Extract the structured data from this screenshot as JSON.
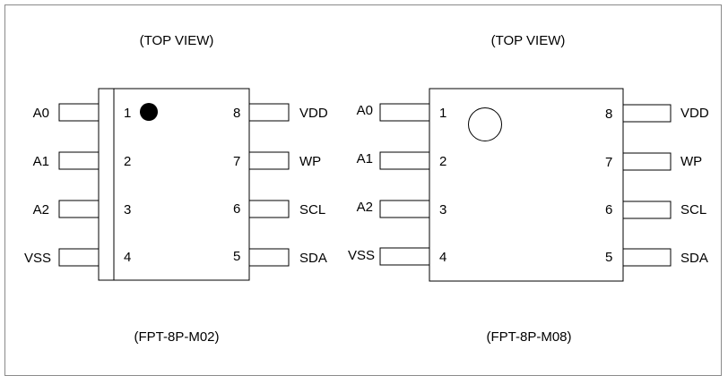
{
  "diagram": {
    "left_package": {
      "heading": "(TOP VIEW)",
      "package_code": "(FPT-8P-M02)",
      "pins": [
        {
          "number": "1",
          "signal": "A0"
        },
        {
          "number": "2",
          "signal": "A1"
        },
        {
          "number": "3",
          "signal": "A2"
        },
        {
          "number": "4",
          "signal": "VSS"
        },
        {
          "number": "5",
          "signal": "SDA"
        },
        {
          "number": "6",
          "signal": "SCL"
        },
        {
          "number": "7",
          "signal": "WP"
        },
        {
          "number": "8",
          "signal": "VDD"
        }
      ]
    },
    "right_package": {
      "heading": "(TOP VIEW)",
      "package_code": "(FPT-8P-M08)",
      "pins": [
        {
          "number": "1",
          "signal": "A0"
        },
        {
          "number": "2",
          "signal": "A1"
        },
        {
          "number": "3",
          "signal": "A2"
        },
        {
          "number": "4",
          "signal": "VSS"
        },
        {
          "number": "5",
          "signal": "SDA"
        },
        {
          "number": "6",
          "signal": "SCL"
        },
        {
          "number": "7",
          "signal": "WP"
        },
        {
          "number": "8",
          "signal": "VDD"
        }
      ]
    }
  }
}
